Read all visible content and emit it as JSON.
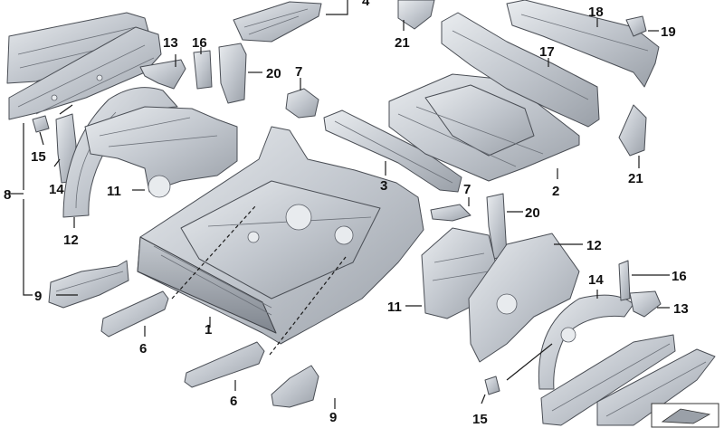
{
  "diagram": {
    "callouts": [
      {
        "id": "c1",
        "label": "1"
      },
      {
        "id": "c2",
        "label": "2"
      },
      {
        "id": "c3",
        "label": "3"
      },
      {
        "id": "c4",
        "label": "4"
      },
      {
        "id": "c6a",
        "label": "6"
      },
      {
        "id": "c6b",
        "label": "6"
      },
      {
        "id": "c7a",
        "label": "7"
      },
      {
        "id": "c7b",
        "label": "7"
      },
      {
        "id": "c8",
        "label": "8"
      },
      {
        "id": "c9a",
        "label": "9"
      },
      {
        "id": "c9b",
        "label": "9"
      },
      {
        "id": "c11a",
        "label": "11"
      },
      {
        "id": "c11b",
        "label": "11"
      },
      {
        "id": "c12a",
        "label": "12"
      },
      {
        "id": "c12b",
        "label": "12"
      },
      {
        "id": "c13a",
        "label": "13"
      },
      {
        "id": "c13b",
        "label": "13"
      },
      {
        "id": "c14a",
        "label": "14"
      },
      {
        "id": "c14b",
        "label": "14"
      },
      {
        "id": "c15a",
        "label": "15"
      },
      {
        "id": "c15b",
        "label": "15"
      },
      {
        "id": "c16a",
        "label": "16"
      },
      {
        "id": "c16b",
        "label": "16"
      },
      {
        "id": "c17",
        "label": "17"
      },
      {
        "id": "c18",
        "label": "18"
      },
      {
        "id": "c19",
        "label": "19"
      },
      {
        "id": "c20a",
        "label": "20"
      },
      {
        "id": "c20b",
        "label": "20"
      },
      {
        "id": "c21a",
        "label": "21"
      },
      {
        "id": "c21b",
        "label": "21"
      }
    ]
  },
  "colors": {
    "metal_light": "#dfe3e8",
    "metal_mid": "#b7bdc5",
    "metal_dark": "#8d939c",
    "outline": "#4a4e55",
    "label": "#111111"
  }
}
